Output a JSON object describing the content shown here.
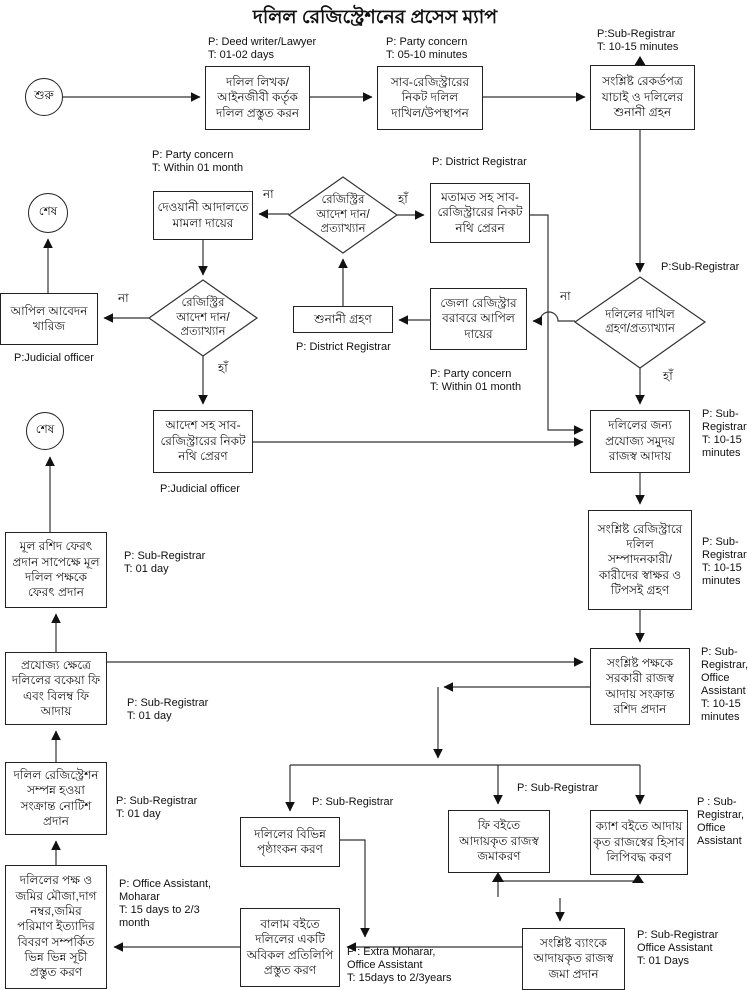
{
  "title": "দলিল রেজিস্ট্রেশনের প্রসেস ম্যাপ",
  "terminals": {
    "start": "শুরু",
    "end_top": "শেষ",
    "end_mid": "শেষ"
  },
  "edge_labels": {
    "yes": "হাঁ",
    "no": "না"
  },
  "nodes": {
    "prepare_deed": "দলিল লিখক/\nআইনজীবী কর্তৃক\nদলিল প্রস্তুত করন",
    "submit_deed": "সাব-রেজিস্ট্রারের\nনিকট দলিল\nদাখিল/উপস্থাপন",
    "verify_records": "সংশ্লিষ্ট রেকর্ডপত্র\nযাচাই ও দলিলের\nশুনানী গ্রহন",
    "civil_suit": "দেওয়ানী আদালতে\nমামলা দায়ের",
    "dr_opinion": "মতামত সহ সাব-\nরেজিস্ট্রারের নিকট\nনথি প্রেরন",
    "appeal_dismiss": "আপিল আবেদন\nখারিজ",
    "hearing": "শুনানী গ্রহণ",
    "appeal_file": "জেলা রেজিস্ট্রার\nবরাবরে আপিল\nদায়ের",
    "order_send": "আদেশ সহ সাব-\nরেজিস্ট্রারের নিকট\nনথি প্রেরণ",
    "revenue_collect": "দলিলের জন্য\nপ্রযোজ্য সমুদয়\nরাজস্ব আদায়",
    "signatures": "সংশ্লিষ্ট রেজিস্ট্রারে\nদলিল\nসম্পাদনকারী/\nকারীদের স্বাক্ষর ও\nটিপসই গ্রহণ",
    "return_receipt": "মূল রশিদ ফেরৎ\nপ্রদান সাপেক্ষে মূল\nদলিল পক্ষকে\nফেরৎ প্রদান",
    "due_fees": "প্রযোজ্য ক্ষেত্রে\nদলিলের বকেয়া ফি\nএবং বিলম্ব ফি\nআদায়",
    "receipt_provide": "সংশ্লিষ্ট পক্ষকে\nসরকারী রাজস্ব\nআদায় সংক্রান্ত\nরশিদ প্রদান",
    "notice": "দলিল রেজিস্ট্রেশন\nসম্পন্ন হওয়া\nসংক্রান্ত নোটিশ\nপ্রদান",
    "endorsement": "দলিলের বিভিন্ন\nপৃষ্ঠাংকন করণ",
    "fee_book": "ফি বইতে\nআদায়কৃত রাজস্ব\nজমাকরণ",
    "cash_book": "ক্যাশ বইতে আদায়\nকৃত রাজস্বের হিসাব\nলিপিবদ্ধ করণ",
    "index_prepare": "দলিলের পক্ষ ও\nজমির মৌজা,দাগ\nনম্বর,জমির\nপরিমাণ ইত্যাদির\nবিবরণ সম্পর্কিত\nভিন্ন ভিন্ন সূচী\nপ্রস্তুত করণ",
    "balam_copy": "বালাম বইতে\nদলিলের একটি\nঅবিকল প্রতিলিপি\nপ্রস্তুত করণ",
    "bank_deposit": "সংশ্লিষ্ট ব্যাংকে\nআদায়কৃত রাজস্ব\nজমা প্রদান"
  },
  "decisions": {
    "registry_order_top": "রেজিস্ট্রির\nআদেশ দান/\nপ্রত্যাখ্যান",
    "registry_order_left": "রেজিস্ট্রির\nআদেশ দান/\nপ্রত্যাখ্যান",
    "deed_accept": "দলিলের দাখিল\nগ্রহণ/প্রত্যাখ্যান"
  },
  "annotations": {
    "prepare_deed": "P: Deed writer/Lawyer\nT: 01-02 days",
    "submit_deed": "P: Party concern\nT: 05-10 minutes",
    "verify_records": "P:Sub-Registrar\nT: 10-15 minutes",
    "civil_suit": "P: Party concern\nT: Within 01 month",
    "dr_opinion": "P: District Registrar",
    "deed_accept": "P:Sub-Registrar",
    "appeal_dismiss": "P:Judicial officer",
    "hearing": "P: District Registrar",
    "appeal_file": "P: Party concern\nT: Within 01 month",
    "revenue_collect": "P: Sub-\nRegistrar\nT: 10-15\nminutes",
    "order_send": "P:Judicial officer",
    "signatures": "P: Sub-\nRegistrar\nT: 10-15\nminutes",
    "return_receipt": "P: Sub-Registrar\nT: 01 day",
    "due_fees": "P: Sub-Registrar\nT: 01 day",
    "receipt_provide": "P: Sub-\nRegistrar,\nOffice\nAssistant\nT: 10-15\nminutes",
    "notice": "P: Sub-Registrar\nT: 01 day",
    "endorsement": "P: Sub-Registrar",
    "books_branch": "P: Sub-Registrar",
    "cash_book": "P : Sub-\nRegistrar,\nOffice\nAssistant",
    "index_prepare": "P: Office Assistant,\nMoharar\nT: 15 days to 2/3\nmonth",
    "balam_copy": "P : Extra Moharar,\nOffice Assistant\nT: 15days to 2/3years",
    "bank_deposit": "P: Sub-Registrar\nOffice Assistant\nT: 01 Days"
  }
}
